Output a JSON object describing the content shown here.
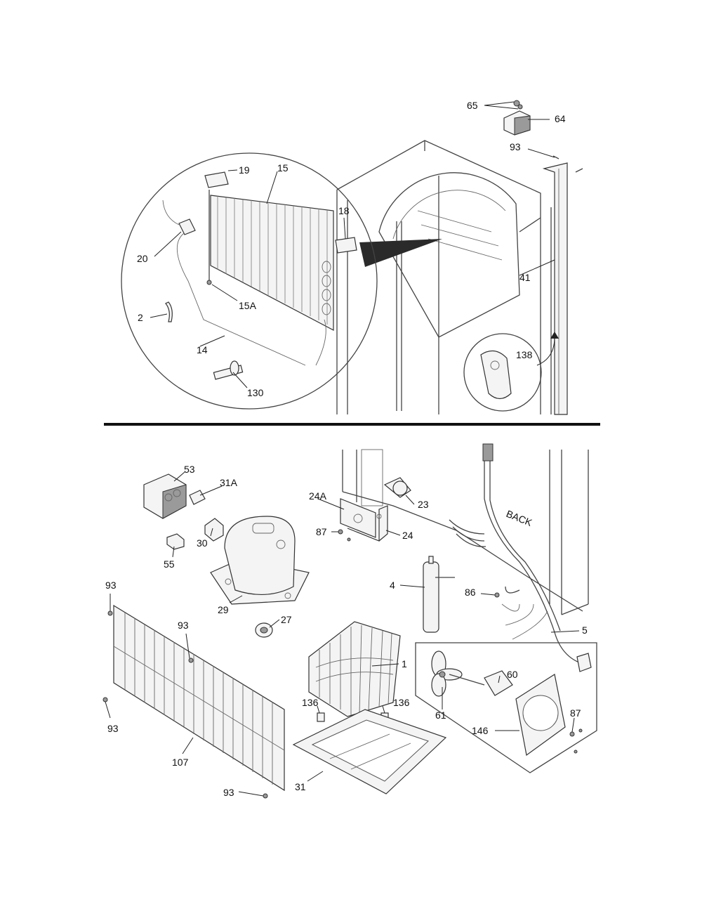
{
  "labels": {
    "l65": "65",
    "l64": "64",
    "l93a": "93",
    "l19": "19",
    "l15": "15",
    "l18": "18",
    "l20": "20",
    "l15a": "15A",
    "l2": "2",
    "l14": "14",
    "l130": "130",
    "l41": "41",
    "l138": "138",
    "l53": "53",
    "l31a": "31A",
    "l55": "55",
    "l30": "30",
    "l29": "29",
    "l27": "27",
    "l24a": "24A",
    "l23": "23",
    "l87a": "87",
    "l24": "24",
    "l4": "4",
    "l86": "86",
    "l5": "5",
    "l1": "1",
    "l136a": "136",
    "l136b": "136",
    "l93b": "93",
    "l93c": "93",
    "l93d": "93",
    "l93e": "93",
    "l107": "107",
    "l31": "31",
    "l60": "60",
    "l61": "61",
    "l146": "146",
    "l87b": "87",
    "back": "BACK"
  }
}
